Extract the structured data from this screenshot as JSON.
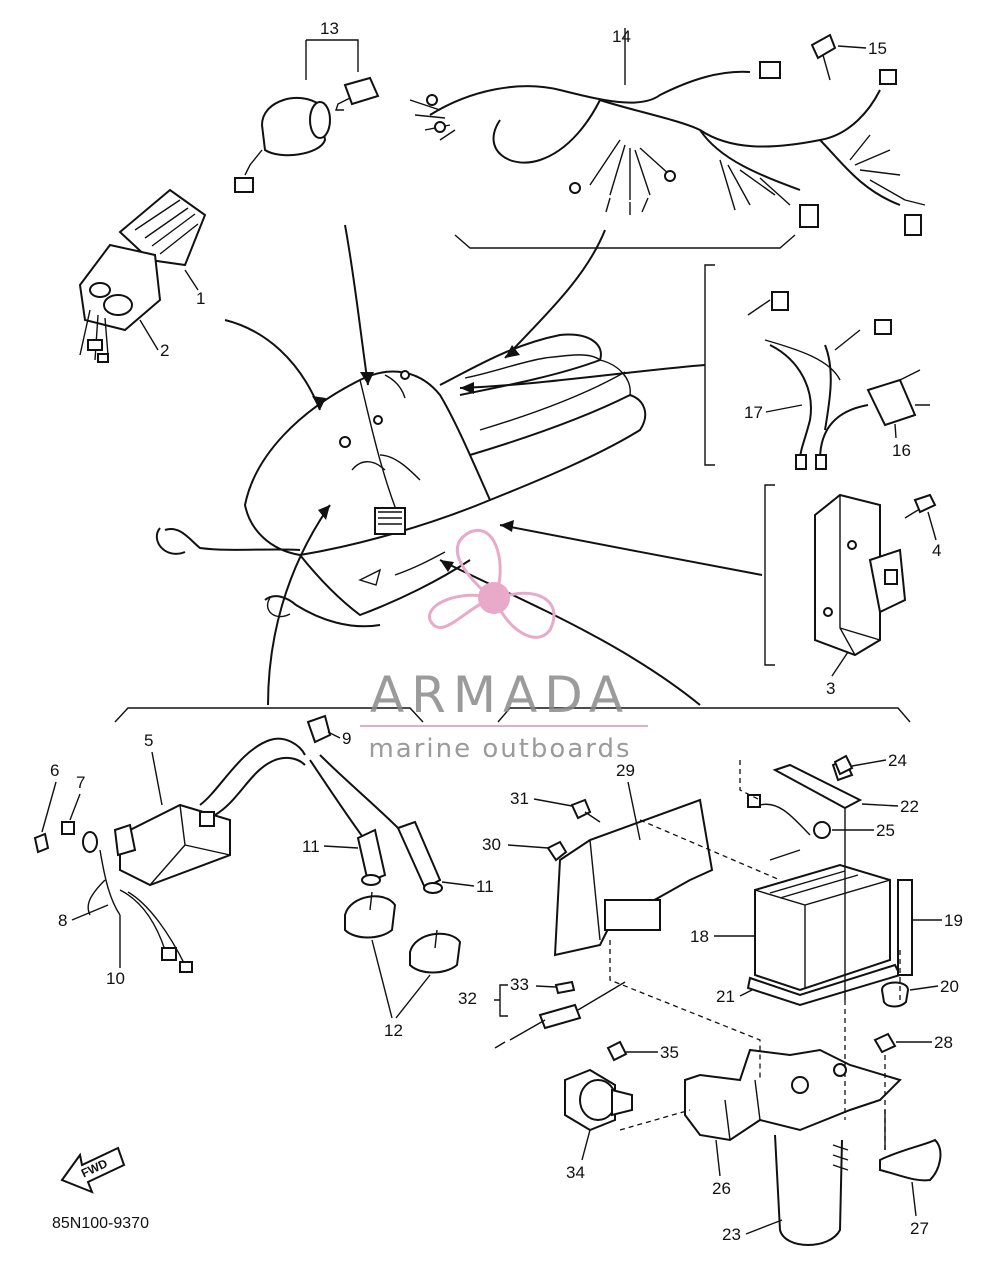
{
  "diagram_code": "85N100-9370",
  "watermark": {
    "title": "ARMADA",
    "subtitle": "marine outboards",
    "color": "#e9a9c8"
  },
  "fwd_label": "FWD",
  "callouts": {
    "c1": "1",
    "c2": "2",
    "c3": "3",
    "c4": "4",
    "c5": "5",
    "c6": "6",
    "c7": "7",
    "c8": "8",
    "c9": "9",
    "c10": "10",
    "c11a": "11",
    "c11b": "11",
    "c12": "12",
    "c13": "13",
    "c14": "14",
    "c15": "15",
    "c16": "16",
    "c17": "17",
    "c18": "18",
    "c19": "19",
    "c20": "20",
    "c21": "21",
    "c22": "22",
    "c23": "23",
    "c24": "24",
    "c25": "25",
    "c26": "26",
    "c27": "27",
    "c28": "28",
    "c29": "29",
    "c30": "30",
    "c31": "31",
    "c32": "32",
    "c33": "33",
    "c34": "34",
    "c35": "35"
  }
}
